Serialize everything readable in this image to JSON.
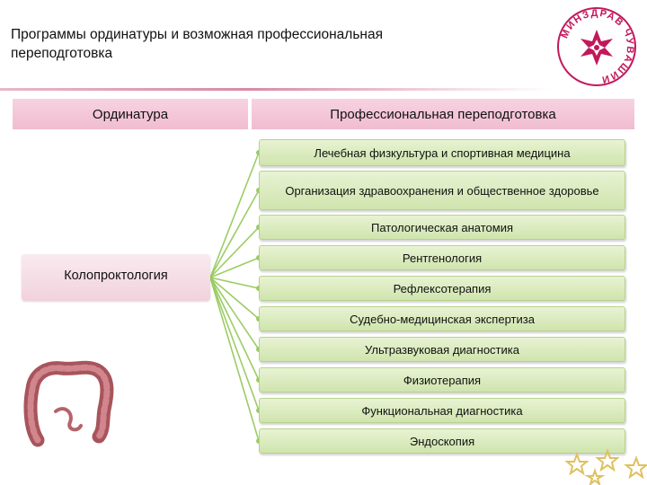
{
  "slide": {
    "title_line1": "Программы ординатуры и возможная профессиональная",
    "title_line2": "переподготовка"
  },
  "header": {
    "left": "Ординатура",
    "right": "Профессиональная переподготовка"
  },
  "source": {
    "label": "Колопроктология"
  },
  "programs": [
    "Лечебная физкультура и спортивная медицина",
    "Организация здравоохранения и общественное здоровье",
    "Патологическая анатомия",
    "Рентгенология",
    "Рефлексотерапия",
    "Судебно-медицинская экспертиза",
    "Ультразвуковая диагностика",
    "Физиотерапия",
    "Функциональная диагностика",
    "Эндоскопия"
  ],
  "logo": {
    "text": "МИНЗДРАВ ЧУВАШИИ"
  },
  "colors": {
    "accent_pink": "#f0bcd0",
    "program_green": "#cfe4ad",
    "connector_green": "#9ccc65",
    "logo_magenta": "#c2185b",
    "star_gold": "#e0c060"
  },
  "icons": {
    "logo": "ministry-emblem-icon",
    "colon": "colon-illustration-icon",
    "stars": "decorative-stars-icon"
  }
}
